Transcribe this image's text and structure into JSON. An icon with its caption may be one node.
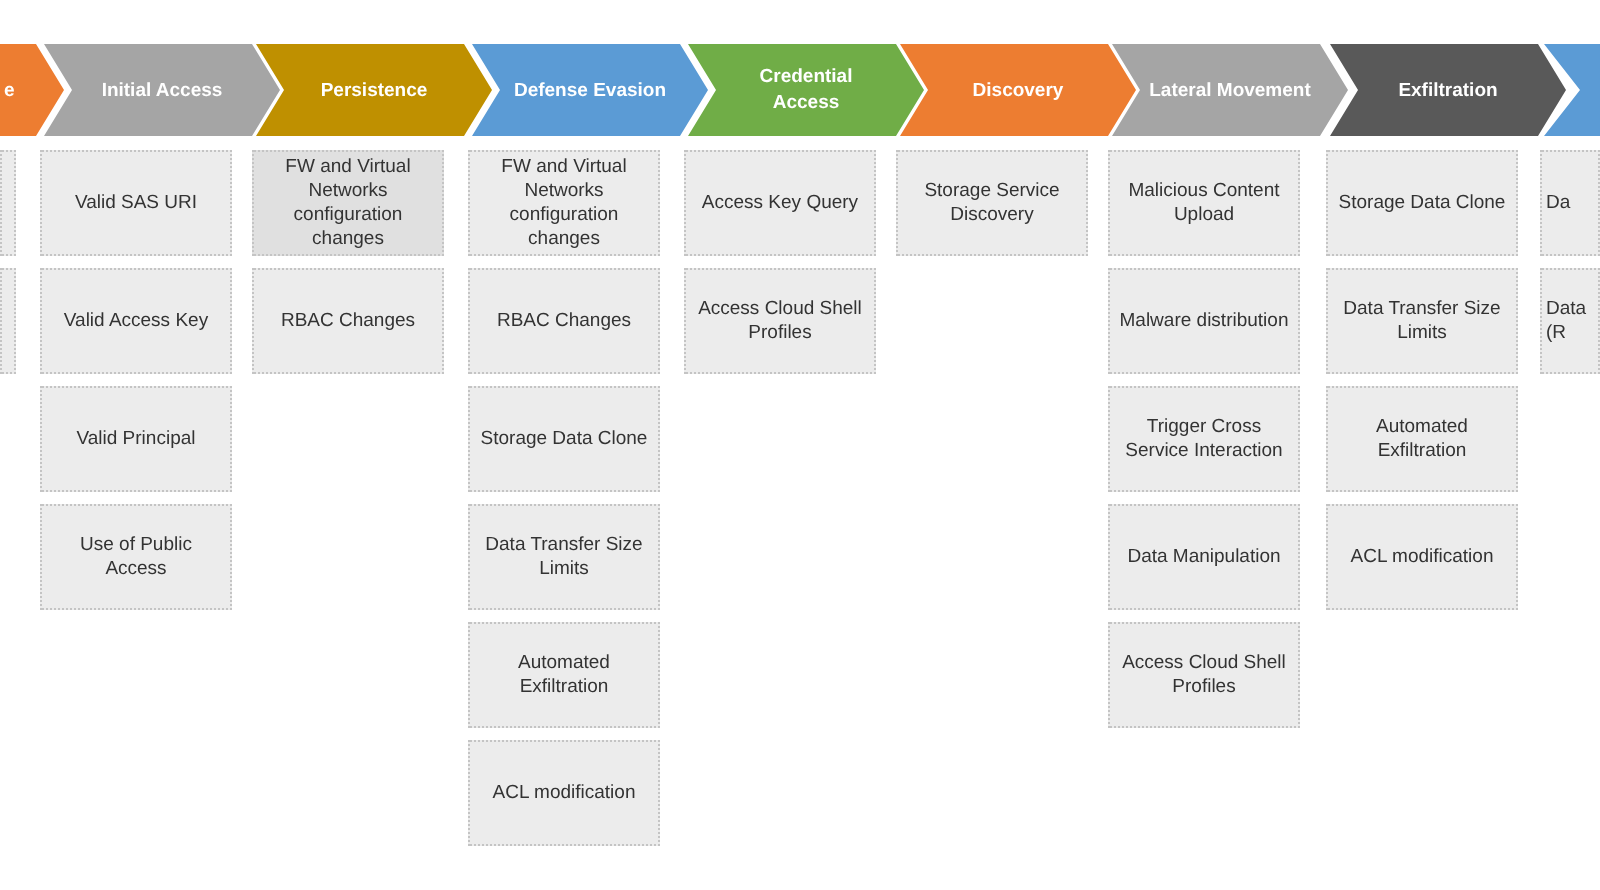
{
  "diagram": {
    "nodes": [
      {
        "text": [
          "e"
        ]
      },
      {
        "text": [],
        "shape": "box"
      },
      {
        "text": [],
        "shape": "box"
      },
      {
        "text": [
          "Initial Access"
        ]
      },
      {
        "text": [
          "Valid SAS URI"
        ]
      },
      {
        "text": [
          "Valid Access Key"
        ]
      },
      {
        "text": [
          "Valid Principal"
        ]
      },
      {
        "text": [
          "Use of Public Access"
        ]
      },
      {
        "text": [
          "Persistence"
        ]
      },
      {
        "text": [
          "FW and Virtual Networks configuration changes"
        ]
      },
      {
        "text": [
          "RBAC Changes"
        ]
      },
      {
        "text": [
          "Defense Evasion"
        ]
      },
      {
        "text": [
          "FW and Virtual Networks configuration changes"
        ]
      },
      {
        "text": [
          "RBAC Changes"
        ]
      },
      {
        "text": [
          "Storage Data Clone"
        ]
      },
      {
        "text": [
          "Data Transfer Size Limits"
        ]
      },
      {
        "text": [
          "Automated Exfiltration"
        ]
      },
      {
        "text": [
          "ACL modification"
        ]
      },
      {
        "text": [
          "Credential Access"
        ]
      },
      {
        "text": [
          "Access Key Query"
        ]
      },
      {
        "text": [
          "Access Cloud Shell Profiles"
        ]
      },
      {
        "text": [
          "Discovery"
        ]
      },
      {
        "text": [
          "Storage Service Discovery"
        ]
      },
      {
        "text": [
          "Lateral Movement"
        ]
      },
      {
        "text": [
          "Malicious Content Upload"
        ]
      },
      {
        "text": [
          "Malware distribution"
        ]
      },
      {
        "text": [
          "Trigger Cross Service Interaction"
        ]
      },
      {
        "text": [
          "Data Manipulation"
        ]
      },
      {
        "text": [
          "Access Cloud Shell Profiles"
        ]
      },
      {
        "text": [
          "Exfiltration"
        ]
      },
      {
        "text": [
          "Storage Data Clone"
        ]
      },
      {
        "text": [
          "Data Transfer Size Limits"
        ]
      },
      {
        "text": [
          "Automated Exfiltration"
        ]
      },
      {
        "text": [
          "ACL modification"
        ]
      },
      {
        "text": [],
        "shape": "chevron"
      },
      {
        "text": [
          "Da"
        ]
      },
      {
        "text": [
          "Data (R"
        ]
      }
    ]
  }
}
